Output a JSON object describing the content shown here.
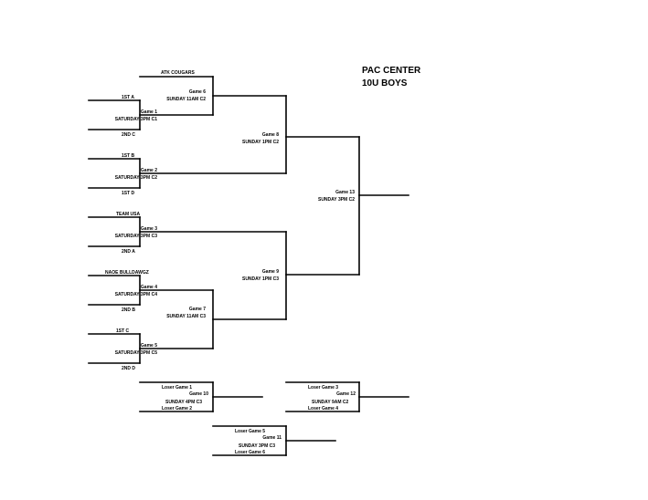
{
  "title": {
    "line1": "PAC CENTER",
    "line2": "10U BOYS"
  },
  "seeds": {
    "atk_cougars": "ATK COUGARS",
    "s1a": "1ST A",
    "s2c": "2ND C",
    "s1b": "1ST B",
    "s1d": "1ST D",
    "team_usa": "TEAM USA",
    "s2a": "2ND A",
    "naoe_bulldawgz": "NAOE BULLDAWGZ",
    "s2b": "2ND B",
    "s1c": "1ST C",
    "s2d": "2ND D"
  },
  "games": {
    "g1": {
      "name": "Game 1",
      "time": "SATURDAY 3PM C1"
    },
    "g2": {
      "name": "Game 2",
      "time": "SATURDAY 3PM C2"
    },
    "g3": {
      "name": "Game 3",
      "time": "SATURDAY 3PM C3"
    },
    "g4": {
      "name": "Game 4",
      "time": "SATURDAY 3PM C4"
    },
    "g5": {
      "name": "Game 5",
      "time": "SATURDAY 3PM C5"
    },
    "g6": {
      "name": "Game 6",
      "time": "SUNDAY 11AM C2"
    },
    "g7": {
      "name": "Game 7",
      "time": "SUNDAY 11AM C3"
    },
    "g8": {
      "name": "Game 8",
      "time": "SUNDAY 1PM C2"
    },
    "g9": {
      "name": "Game 9",
      "time": "SUNDAY 1PM C3"
    },
    "g10": {
      "name": "Game 10",
      "time": "SUNDAY 4PM C3",
      "top": "Loser Game 1",
      "bottom": "Loser Game 2"
    },
    "g11": {
      "name": "Game 11",
      "time": "SUNDAY 3PM C3",
      "top": "Loser Game 5",
      "bottom": "Loser Game 6"
    },
    "g12": {
      "name": "Game 12",
      "time": "SUNDAY 9AM C2",
      "top": "Loser Game 3",
      "bottom": "Loser Game 4"
    },
    "g13": {
      "name": "Game 13",
      "time": "SUNDAY 3PM C2"
    }
  }
}
